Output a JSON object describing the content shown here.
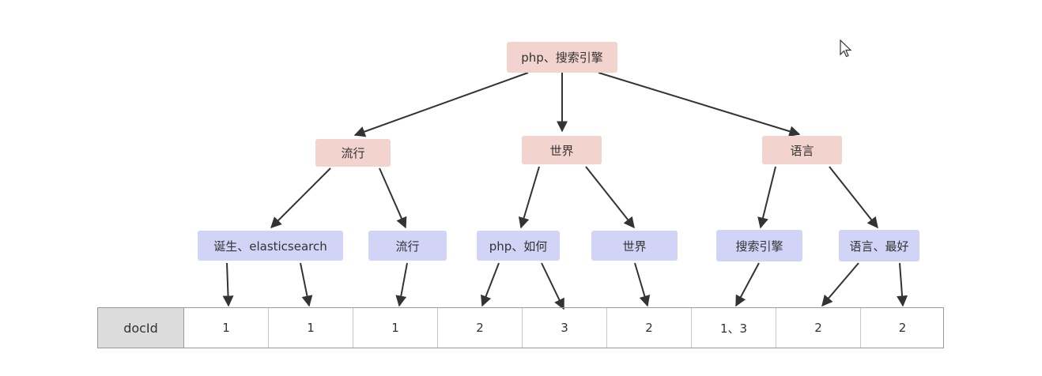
{
  "diagram": {
    "root": "php、搜索引擎",
    "level1": [
      "流行",
      "世界",
      "语言"
    ],
    "leaves": [
      "诞生、elasticsearch",
      "流行",
      "php、如何",
      "世界",
      "搜索引擎",
      "语言、最好"
    ]
  },
  "doc_table": {
    "header": "docId",
    "values": [
      "1",
      "1",
      "1",
      "2",
      "3",
      "2",
      "1、3",
      "2",
      "2"
    ]
  },
  "colors": {
    "inner_node": "#f3d3cd",
    "leaf_node": "#d1d4f6",
    "arrow": "#333333",
    "table_header_bg": "#dcdcdc"
  },
  "cursor_icon": "mouse-pointer-icon"
}
